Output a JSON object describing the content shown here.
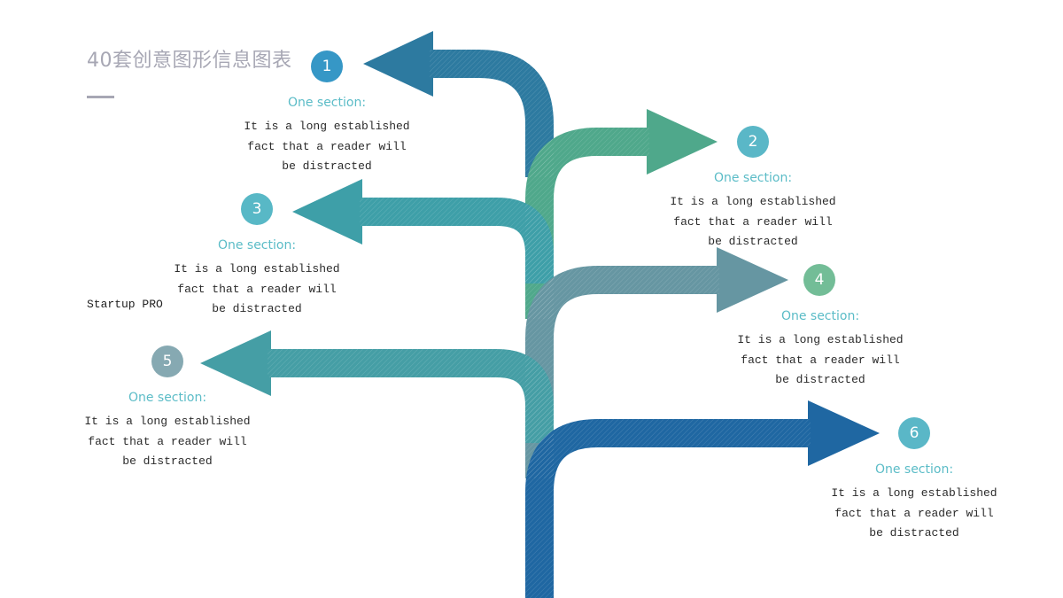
{
  "page": {
    "title": "40套创意图形信息图表",
    "brand": "Startup PRO"
  },
  "colors": {
    "title": "#a7a7b4",
    "heading": "#5bbcc7",
    "arrow1": "#2d7aa0",
    "arrow2": "#4fa88b",
    "arrow3": "#3e9fa8",
    "arrow4": "#6696a2",
    "arrow5": "#459ea5",
    "arrow6": "#1f67a2",
    "badge1": "#3697c6",
    "badge2": "#5ab7c7",
    "badge3": "#58b8c6",
    "badge4": "#73bd97",
    "badge5": "#86a9b2",
    "badge6": "#5ab7c7"
  },
  "sections": [
    {
      "number": "1",
      "heading": "One section:",
      "lines": [
        "It is a long established",
        "fact that a reader will",
        "be distracted"
      ]
    },
    {
      "number": "2",
      "heading": "One section:",
      "lines": [
        "It is a long established",
        "fact that a reader will",
        "be distracted"
      ]
    },
    {
      "number": "3",
      "heading": "One section:",
      "lines": [
        "It is a long established",
        "fact that a reader will",
        "be distracted"
      ]
    },
    {
      "number": "4",
      "heading": "One section:",
      "lines": [
        "It is a long established",
        "fact that a reader will",
        "be distracted"
      ]
    },
    {
      "number": "5",
      "heading": "One section:",
      "lines": [
        "It is a long established",
        "fact that a reader will",
        "be distracted"
      ]
    },
    {
      "number": "6",
      "heading": "One section:",
      "lines": [
        "It is a long established",
        "fact that a reader will",
        "be distracted"
      ]
    }
  ]
}
